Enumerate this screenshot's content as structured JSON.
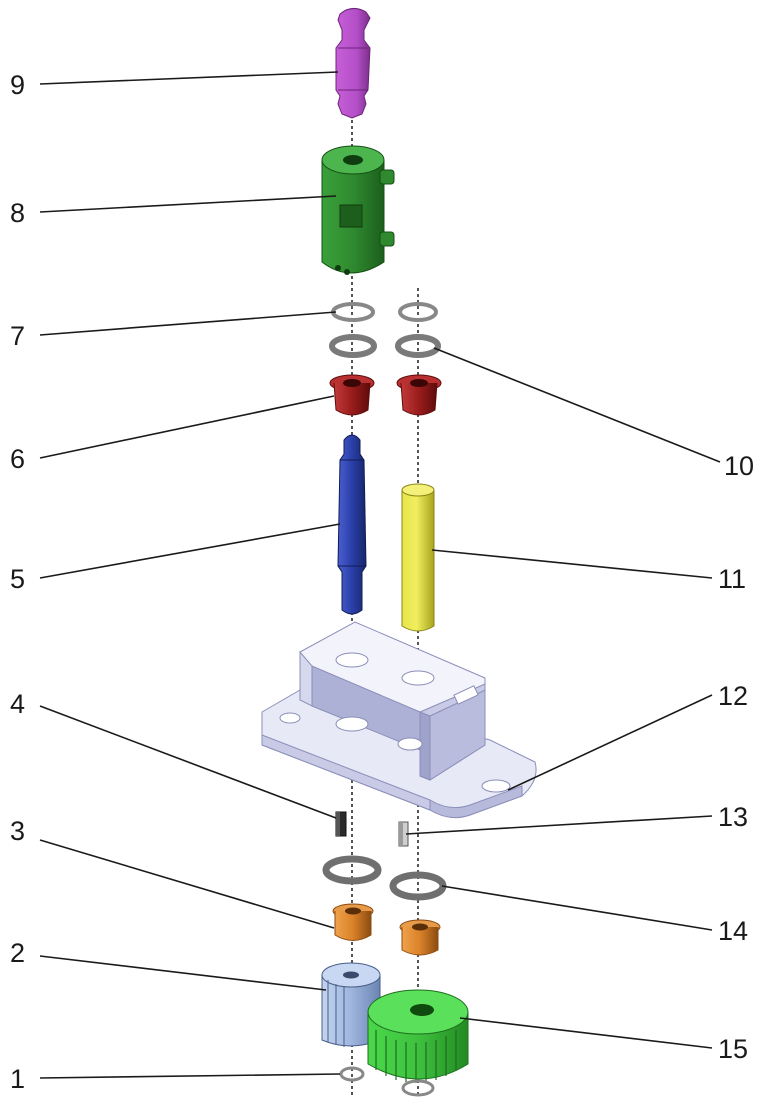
{
  "callouts": [
    {
      "id": "1",
      "label": "1"
    },
    {
      "id": "2",
      "label": "2"
    },
    {
      "id": "3",
      "label": "3"
    },
    {
      "id": "4",
      "label": "4"
    },
    {
      "id": "5",
      "label": "5"
    },
    {
      "id": "6",
      "label": "6"
    },
    {
      "id": "7",
      "label": "7"
    },
    {
      "id": "8",
      "label": "8"
    },
    {
      "id": "9",
      "label": "9"
    },
    {
      "id": "10",
      "label": "10"
    },
    {
      "id": "11",
      "label": "11"
    },
    {
      "id": "12",
      "label": "12"
    },
    {
      "id": "13",
      "label": "13"
    },
    {
      "id": "14",
      "label": "14"
    },
    {
      "id": "15",
      "label": "15"
    }
  ],
  "colors": {
    "shaft_top": "#b44fc8",
    "coupling": "#2f8a2f",
    "bushing_red": "#9a1c1c",
    "shaft_blue": "#2a3fa8",
    "pin_yellow": "#e8e43a",
    "bracket": "#e4e6f5",
    "bushing_orange": "#d9822a",
    "gear_blue": "#9fb6dd",
    "gear_green": "#3fc13f",
    "washer": "#8a8a8a"
  }
}
